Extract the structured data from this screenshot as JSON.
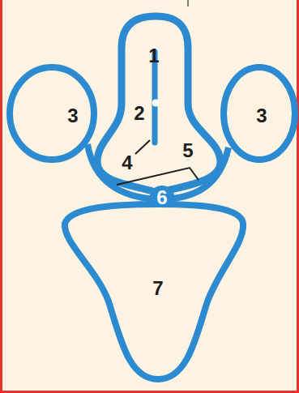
{
  "diagram": {
    "labels": [
      "1",
      "2",
      "3",
      "3",
      "4",
      "5",
      "6",
      "7"
    ]
  }
}
